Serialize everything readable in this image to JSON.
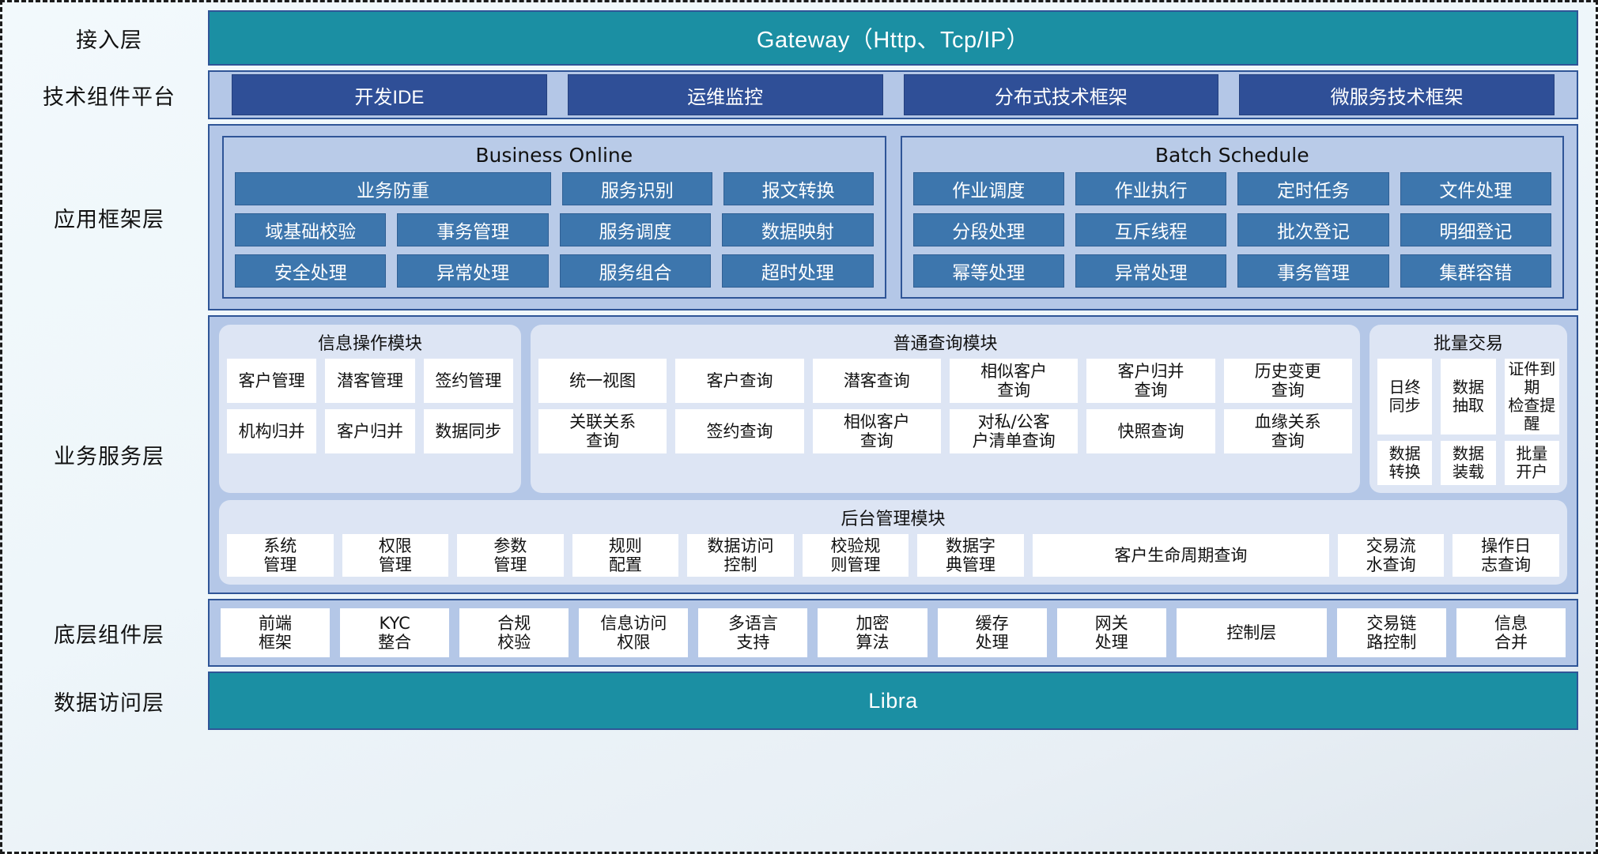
{
  "layers": [
    {
      "label": "接入层"
    },
    {
      "label": "技术组件平台"
    },
    {
      "label": "应用框架层"
    },
    {
      "label": "业务服务层"
    },
    {
      "label": "底层组件层"
    },
    {
      "label": "数据访问层"
    }
  ],
  "access_layer": {
    "title": "Gateway（Http、Tcp/IP）",
    "color": "#1b8fa3"
  },
  "tech_platform": {
    "items": [
      "开发IDE",
      "运维监控",
      "分布式技术框架",
      "微服务技术框架"
    ],
    "chip_color": "#2f4f97"
  },
  "app_framework": {
    "groups": [
      {
        "title": "Business Online",
        "rows": [
          [
            "业务防重",
            "服务识别",
            "报文转换"
          ],
          [
            "域基础校验",
            "事务管理",
            "服务调度",
            "数据映射"
          ],
          [
            "安全处理",
            "异常处理",
            "服务组合",
            "超时处理"
          ]
        ]
      },
      {
        "title": "Batch Schedule",
        "rows": [
          [
            "作业调度",
            "作业执行",
            "定时任务",
            "文件处理"
          ],
          [
            "分段处理",
            "互斥线程",
            "批次登记",
            "明细登记"
          ],
          [
            "幂等处理",
            "异常处理",
            "事务管理",
            "集群容错"
          ]
        ]
      }
    ],
    "chip_color": "#3d76ad"
  },
  "business_service": {
    "modules": [
      {
        "title": "信息操作模块",
        "rows": [
          [
            "客户管理",
            "潜客管理",
            "签约管理"
          ],
          [
            "机构归并",
            "客户归并",
            "数据同步"
          ]
        ]
      },
      {
        "title": "普通查询模块",
        "rows": [
          [
            "统一视图",
            "客户查询",
            "潜客查询",
            "相似客户\n查询",
            "客户归并\n查询",
            "历史变更\n查询"
          ],
          [
            "关联关系\n查询",
            "签约查询",
            "相似客户\n查询",
            "对私/公客\n户清单查询",
            "快照查询",
            "血缘关系\n查询"
          ]
        ]
      },
      {
        "title": "批量交易",
        "rows": [
          [
            "日终\n同步",
            "数据\n抽取",
            "证件到期\n检查提醒"
          ],
          [
            "数据\n转换",
            "数据\n装载",
            "批量\n开户"
          ]
        ]
      }
    ],
    "admin_module": {
      "title": "后台管理模块",
      "cells": [
        "系统\n管理",
        "权限\n管理",
        "参数\n管理",
        "规则\n配置",
        "数据访问\n控制",
        "校验规\n则管理",
        "数据字\n典管理",
        "客户生命周期查询",
        "交易流\n水查询",
        "操作日\n志查询"
      ],
      "wide_index": 7
    }
  },
  "bottom_components": {
    "cells": [
      "前端\n框架",
      "KYC\n整合",
      "合规\n校验",
      "信息访问\n权限",
      "多语言\n支持",
      "加密\n算法",
      "缓存\n处理",
      "网关\n处理",
      "控制层",
      "交易链\n路控制",
      "信息\n合并"
    ],
    "wide_index": 8
  },
  "data_access_layer": {
    "title": "Libra",
    "color": "#1b8fa3"
  }
}
